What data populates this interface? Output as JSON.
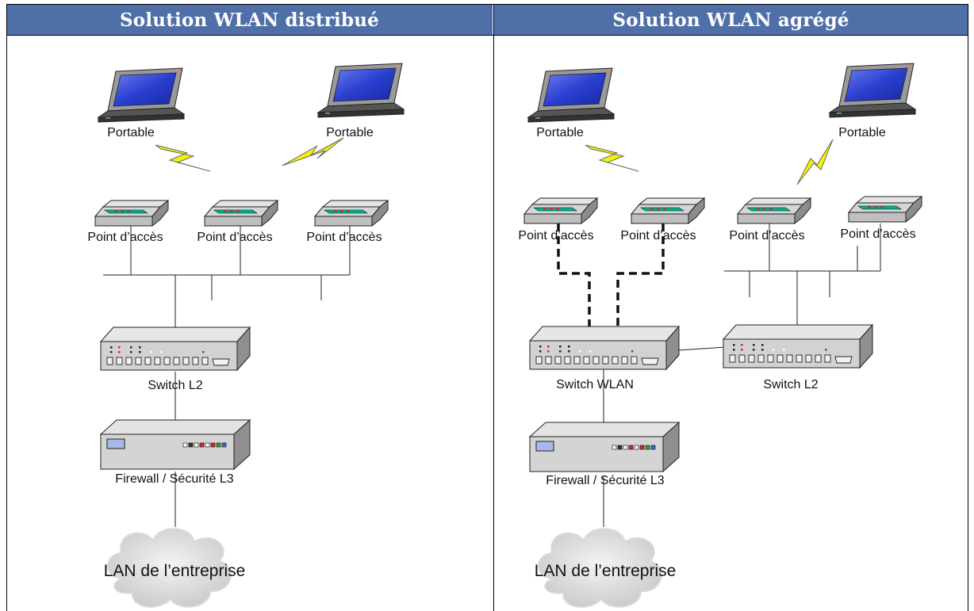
{
  "headers": {
    "left": "Solution WLAN distribué",
    "right": "Solution WLAN agrégé"
  },
  "left": {
    "laptop1": "Portable",
    "laptop2": "Portable",
    "ap1": "Point d’accès",
    "ap2": "Point d’accès",
    "ap3": "Point d’accès",
    "switch": "Switch L2",
    "firewall": "Firewall / Sécurité L3",
    "lan": "LAN de l’entreprise"
  },
  "right": {
    "laptop1": "Portable",
    "laptop2": "Portable",
    "ap1": "Point d’accès",
    "ap2": "Point d’accès",
    "ap3": "Point d’accès",
    "ap4": "Point d’accès",
    "switch_wlan": "Switch WLAN",
    "switch_l2": "Switch L2",
    "firewall": "Firewall / Sécurité L3",
    "lan": "LAN de l’entreprise"
  },
  "colors": {
    "header_bg": "#4f6fa8",
    "lightning": "#f2f20a",
    "screen": "#2a3fd0"
  }
}
